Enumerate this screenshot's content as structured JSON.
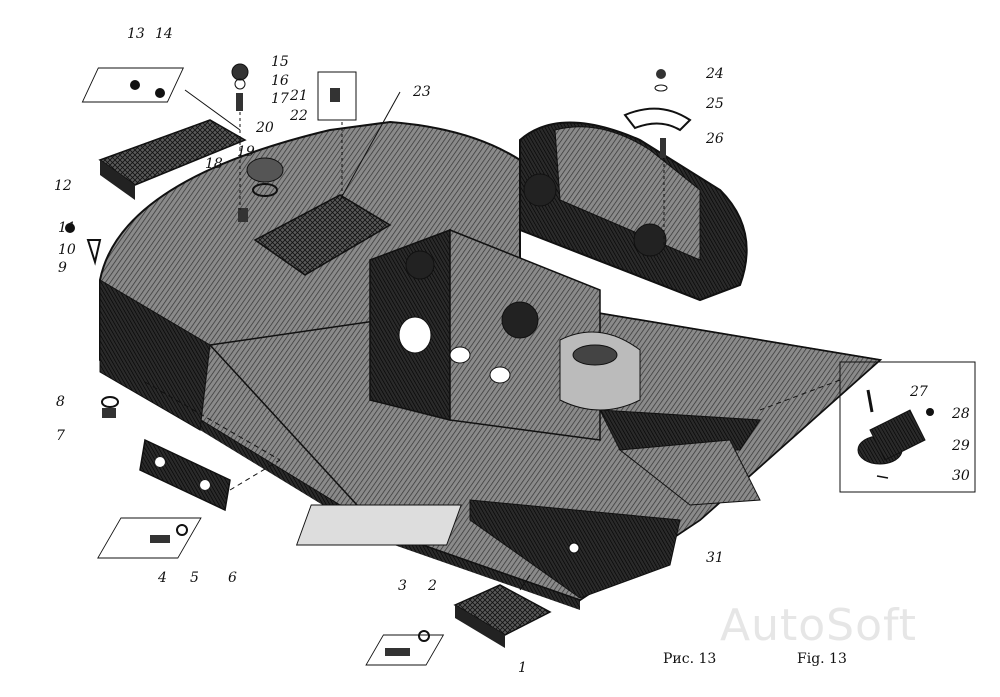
{
  "caption": {
    "ru": "Рис. 13",
    "en": "Fig. 13"
  },
  "watermark": "AutoSoft",
  "callouts": [
    "1",
    "2",
    "3",
    "4",
    "5",
    "6",
    "7",
    "8",
    "9",
    "10",
    "11",
    "12",
    "13",
    "14",
    "15",
    "16",
    "17",
    "18",
    "19",
    "20",
    "21",
    "22",
    "23",
    "24",
    "25",
    "26",
    "27",
    "28",
    "29",
    "30",
    "31"
  ],
  "colors": {
    "ink": "#111111",
    "hatch": "#3a3a3a",
    "paper": "#ffffff"
  }
}
